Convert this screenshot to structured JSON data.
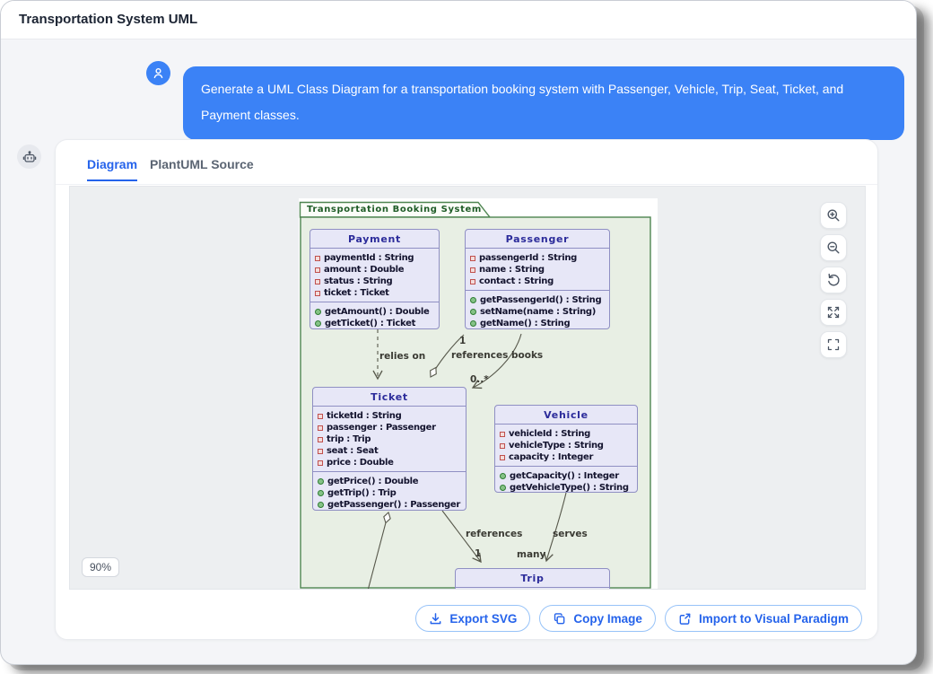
{
  "window": {
    "title": "Transportation System UML"
  },
  "chat": {
    "user_message": "Generate a UML Class Diagram for a transportation booking system with Passenger, Vehicle, Trip, Seat, Ticket, and Payment classes."
  },
  "tabs": {
    "diagram": "Diagram",
    "plantuml_source": "PlantUML Source"
  },
  "viewer": {
    "zoom_level": "90%"
  },
  "actions": {
    "export_svg": "Export SVG",
    "copy_image": "Copy Image",
    "import_visual_paradigm": "Import to Visual Paradigm"
  },
  "uml": {
    "package_title": "Transportation Booking System",
    "classes": {
      "payment": {
        "name": "Payment",
        "attributes": [
          "paymentId : String",
          "amount : Double",
          "status : String",
          "ticket : Ticket"
        ],
        "methods": [
          "getAmount() : Double",
          "getTicket() : Ticket"
        ]
      },
      "passenger": {
        "name": "Passenger",
        "attributes": [
          "passengerId : String",
          "name : String",
          "contact : String"
        ],
        "methods": [
          "getPassengerId() : String",
          "setName(name : String)",
          "getName() : String"
        ]
      },
      "ticket": {
        "name": "Ticket",
        "attributes": [
          "ticketId : String",
          "passenger : Passenger",
          "trip : Trip",
          "seat : Seat",
          "price : Double"
        ],
        "methods": [
          "getPrice() : Double",
          "getTrip() : Trip",
          "getPassenger() : Passenger"
        ]
      },
      "vehicle": {
        "name": "Vehicle",
        "attributes": [
          "vehicleId : String",
          "vehicleType : String",
          "capacity : Integer"
        ],
        "methods": [
          "getCapacity() : Integer",
          "getVehicleType() : String"
        ]
      },
      "trip": {
        "name": "Trip"
      }
    },
    "edges": {
      "relies_on": "relies on",
      "references_passenger": "references",
      "references_passenger_mult": "1",
      "books": "books",
      "books_mult": "0..*",
      "references_trip": "references",
      "references_trip_mult": "1",
      "serves": "serves",
      "serves_mult": "many"
    }
  },
  "colors": {
    "accent_blue": "#3b82f6",
    "tab_active": "#2563eb",
    "class_fill": "#e7e7f7",
    "class_border": "#8f8fc3",
    "package_fill": "#e8efe4",
    "package_border": "#4e8551",
    "edge_line": "#57584b"
  }
}
